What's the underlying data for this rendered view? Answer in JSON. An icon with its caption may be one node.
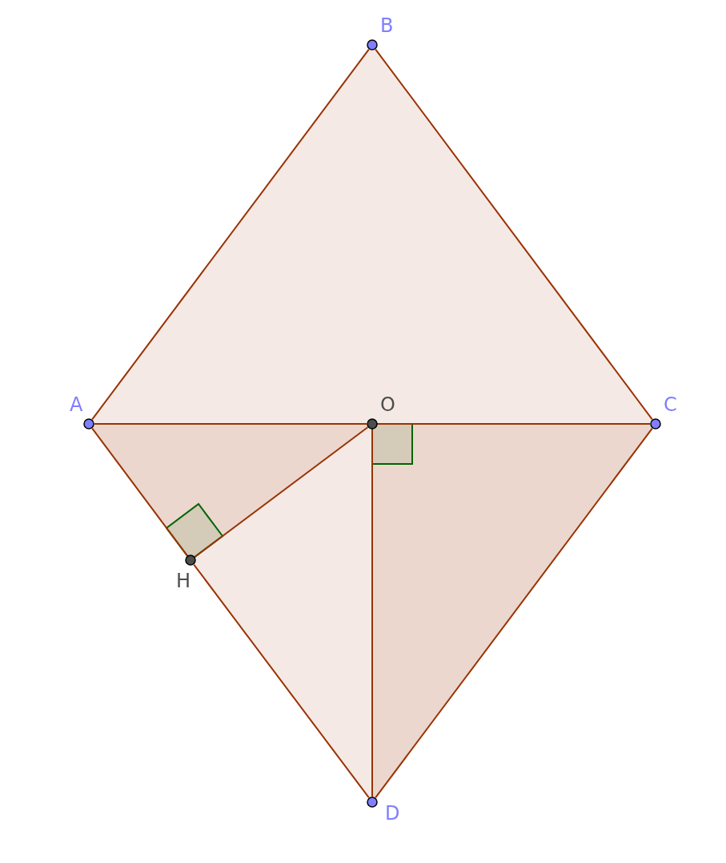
{
  "diagram": {
    "nodes": [
      {
        "text": [
          "B"
        ]
      },
      {
        "text": [
          "A"
        ]
      },
      {
        "text": [
          "O"
        ]
      },
      {
        "text": [
          "C"
        ]
      },
      {
        "text": [
          "H"
        ]
      },
      {
        "text": [
          "D"
        ]
      }
    ],
    "edges": [
      {
        "from": 0,
        "to": 1,
        "arrow": "none"
      },
      {
        "from": 0,
        "to": 3,
        "arrow": "none"
      },
      {
        "from": 1,
        "to": 2,
        "arrow": "none"
      },
      {
        "from": 2,
        "to": 3,
        "arrow": "none"
      },
      {
        "from": 1,
        "to": 4,
        "arrow": "none"
      },
      {
        "from": 4,
        "to": 5,
        "arrow": "none"
      },
      {
        "from": 3,
        "to": 5,
        "arrow": "none"
      },
      {
        "from": 2,
        "to": 4,
        "arrow": "none"
      },
      {
        "from": 2,
        "to": 5,
        "arrow": "none"
      }
    ]
  }
}
